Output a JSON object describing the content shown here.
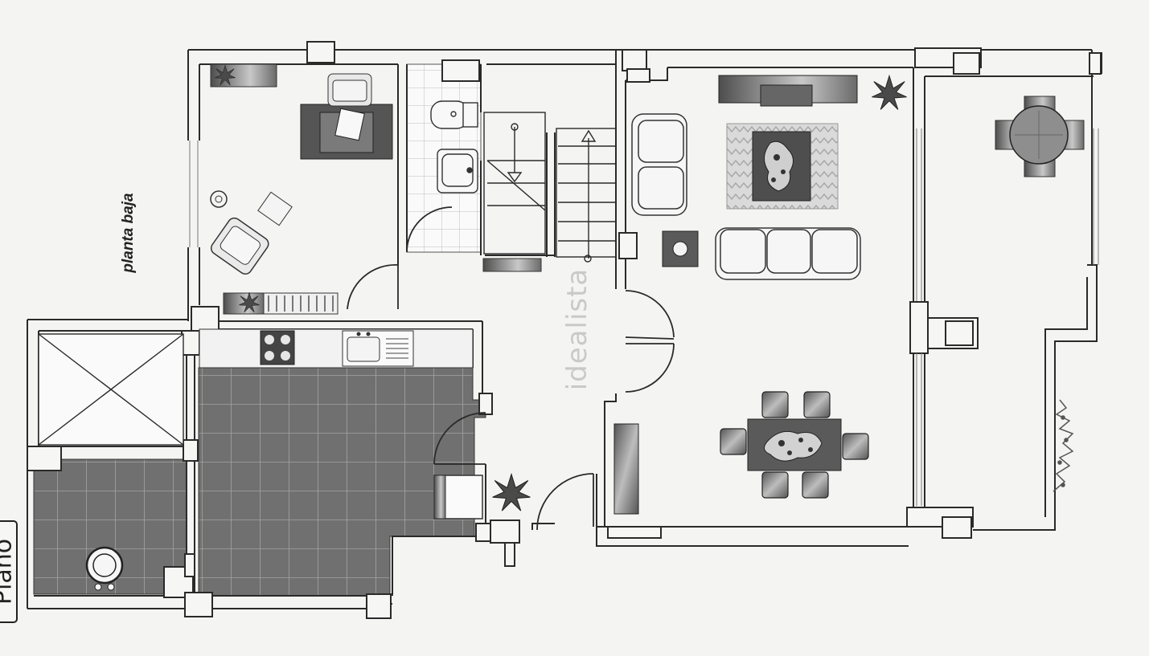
{
  "labels": {
    "floor": "planta baja",
    "watermark": "idealista",
    "tag": "Plano"
  },
  "colors": {
    "wall": "#2a2a2a",
    "tile_dark": "#6e6e6e",
    "tile_line": "#9a9a9a",
    "furniture_dark": "#5c5c5c",
    "background": "#f4f4f2"
  }
}
